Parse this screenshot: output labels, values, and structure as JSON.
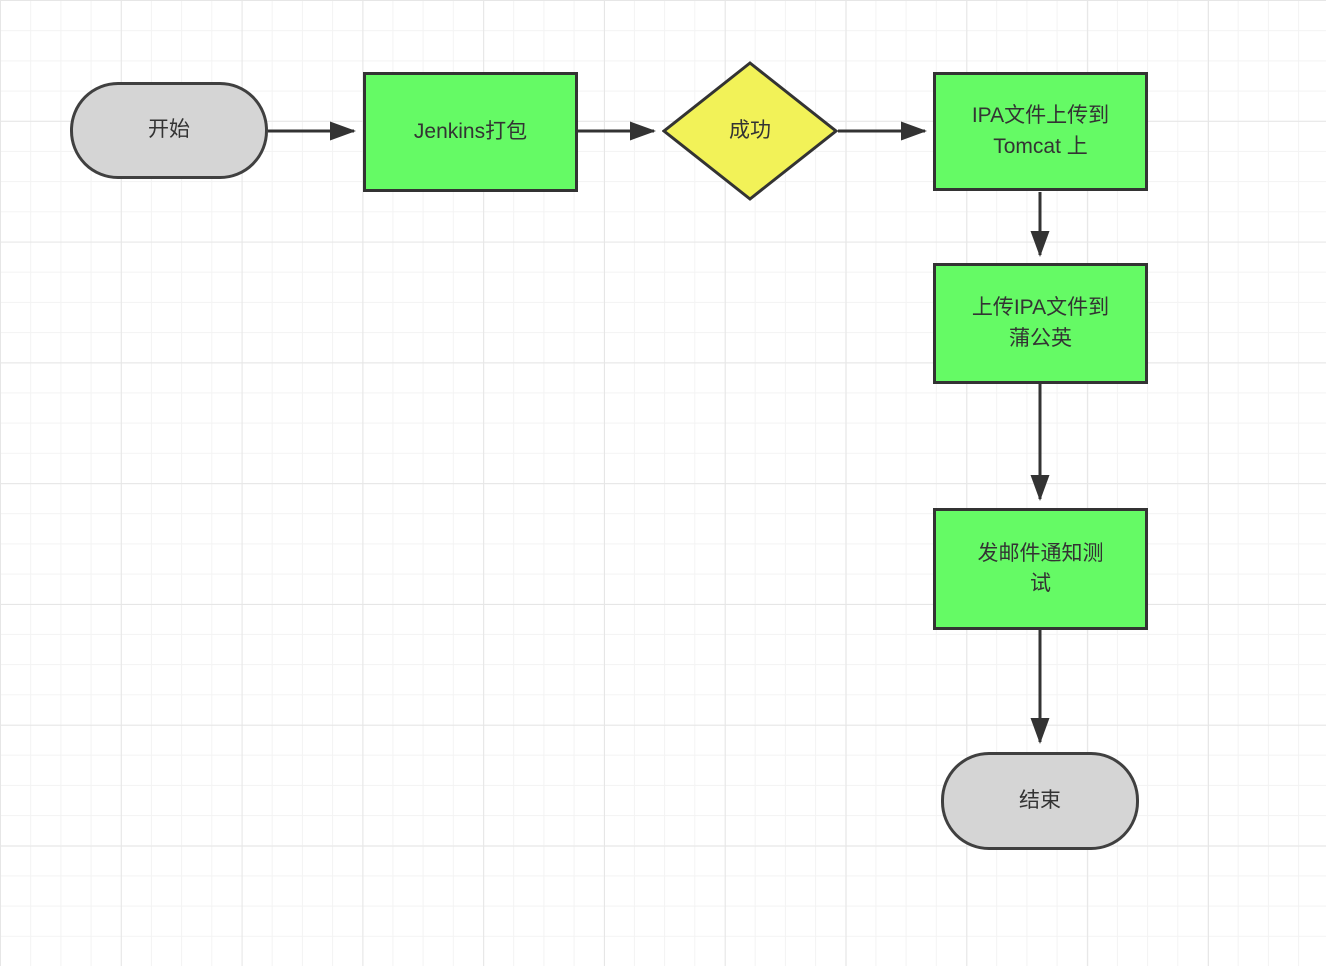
{
  "canvas": {
    "background": "#ffffff"
  },
  "colors": {
    "canvas-bg": "#ffffff",
    "grid-minor": "#f3f3f3",
    "grid-major": "#e6e6e6",
    "process-fill": "#65fa65",
    "decision-fill": "#f2f258",
    "terminator-fill": "#d5d5d5",
    "terminator-stroke": "#404040",
    "stroke": "#333333",
    "text": "#333333"
  },
  "nodes": [
    {
      "id": "start",
      "type": "terminator",
      "label": "开始"
    },
    {
      "id": "jenkins-build",
      "type": "process",
      "label": "Jenkins打包"
    },
    {
      "id": "success",
      "type": "decision",
      "label": "成功"
    },
    {
      "id": "upload-tomcat",
      "type": "process",
      "label": "IPA文件上传到\nTomcat 上"
    },
    {
      "id": "upload-pgy",
      "type": "process",
      "label": "上传IPA文件到\n蒲公英"
    },
    {
      "id": "email-notify",
      "type": "process",
      "label": "发邮件通知测\n试"
    },
    {
      "id": "end",
      "type": "terminator",
      "label": "结束"
    }
  ],
  "edges": [
    {
      "from": "start",
      "to": "jenkins-build"
    },
    {
      "from": "jenkins-build",
      "to": "success"
    },
    {
      "from": "success",
      "to": "upload-tomcat"
    },
    {
      "from": "upload-tomcat",
      "to": "upload-pgy"
    },
    {
      "from": "upload-pgy",
      "to": "email-notify"
    },
    {
      "from": "email-notify",
      "to": "end"
    }
  ]
}
